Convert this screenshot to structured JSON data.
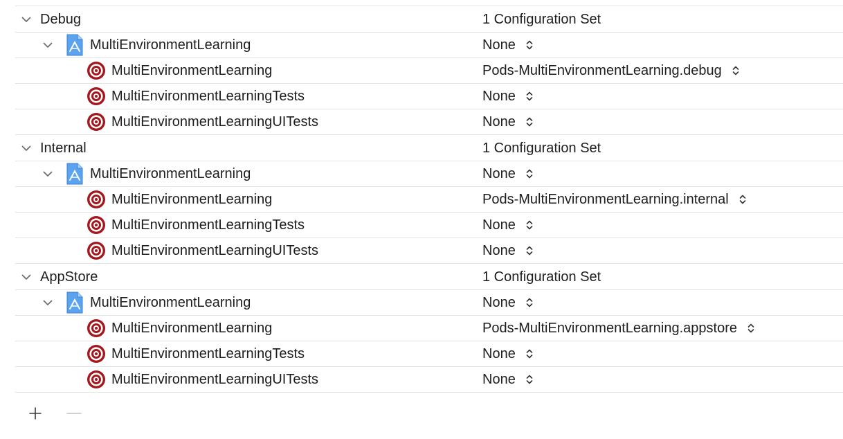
{
  "groups": [
    {
      "name": "Debug",
      "summary": "1 Configuration Set",
      "project": {
        "name": "MultiEnvironmentLearning",
        "value": "None"
      },
      "targets": [
        {
          "name": "MultiEnvironmentLearning",
          "value": "Pods-MultiEnvironmentLearning.debug"
        },
        {
          "name": "MultiEnvironmentLearningTests",
          "value": "None"
        },
        {
          "name": "MultiEnvironmentLearningUITests",
          "value": "None"
        }
      ]
    },
    {
      "name": "Internal",
      "summary": "1 Configuration Set",
      "project": {
        "name": "MultiEnvironmentLearning",
        "value": "None"
      },
      "targets": [
        {
          "name": "MultiEnvironmentLearning",
          "value": "Pods-MultiEnvironmentLearning.internal"
        },
        {
          "name": "MultiEnvironmentLearningTests",
          "value": "None"
        },
        {
          "name": "MultiEnvironmentLearningUITests",
          "value": "None"
        }
      ]
    },
    {
      "name": "AppStore",
      "summary": "1 Configuration Set",
      "project": {
        "name": "MultiEnvironmentLearning",
        "value": "None"
      },
      "targets": [
        {
          "name": "MultiEnvironmentLearning",
          "value": "Pods-MultiEnvironmentLearning.appstore"
        },
        {
          "name": "MultiEnvironmentLearningTests",
          "value": "None"
        },
        {
          "name": "MultiEnvironmentLearningUITests",
          "value": "None"
        }
      ]
    }
  ],
  "footer": {
    "add_icon": "plus-icon",
    "remove_icon": "minus-icon"
  },
  "colors": {
    "target_icon": "#a3171d",
    "project_icon": "#4a90e2",
    "separator": "#e3e3e3",
    "text": "#1d1d1f",
    "chevron": "#6e6e73"
  }
}
